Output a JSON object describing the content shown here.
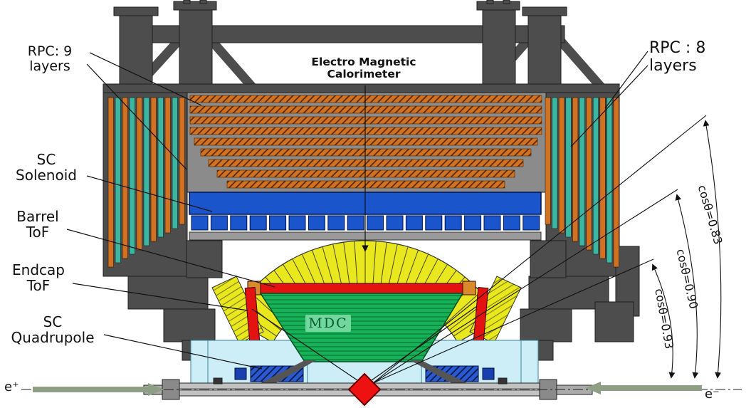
{
  "figure": {
    "description": "Cross-section schematic of a collider detector with labeled sub-systems"
  },
  "labels": {
    "rpc_barrel": "RPC: 9\nlayers",
    "emc": "Electro Magnetic\nCalorimeter",
    "rpc_endcap": "RPC : 8\nlayers",
    "solenoid": "SC\nSolenoid",
    "barrel_tof": "Barrel\nToF",
    "endcap_tof": "Endcap\nToF",
    "quadrupole": "SC\nQuadrupole",
    "mdc": "MDC",
    "positron": "e⁺",
    "electron": "e⁻",
    "cos_083": "cosθ=0.83",
    "cos_090": "cosθ=0.90",
    "cos_093": "cosθ=0.93"
  },
  "components": {
    "rpc_barrel_layers": 9,
    "rpc_endcap_layers": 8
  },
  "colors": {
    "rpc_orange": "#d2711f",
    "endcap_teal": "#3ab7a2",
    "solenoid_blue": "#1a55cc",
    "emc_yellow": "#e9e71d",
    "tof_red": "#e51212",
    "mdc_green": "#17b257",
    "quad_blue": "#2a5ad0",
    "cryo_lightblue": "#cdeef7",
    "yoke_gray": "#4d4d4d",
    "beam_arrow_green": "#8f9f85",
    "ip_red": "#ee1111"
  }
}
